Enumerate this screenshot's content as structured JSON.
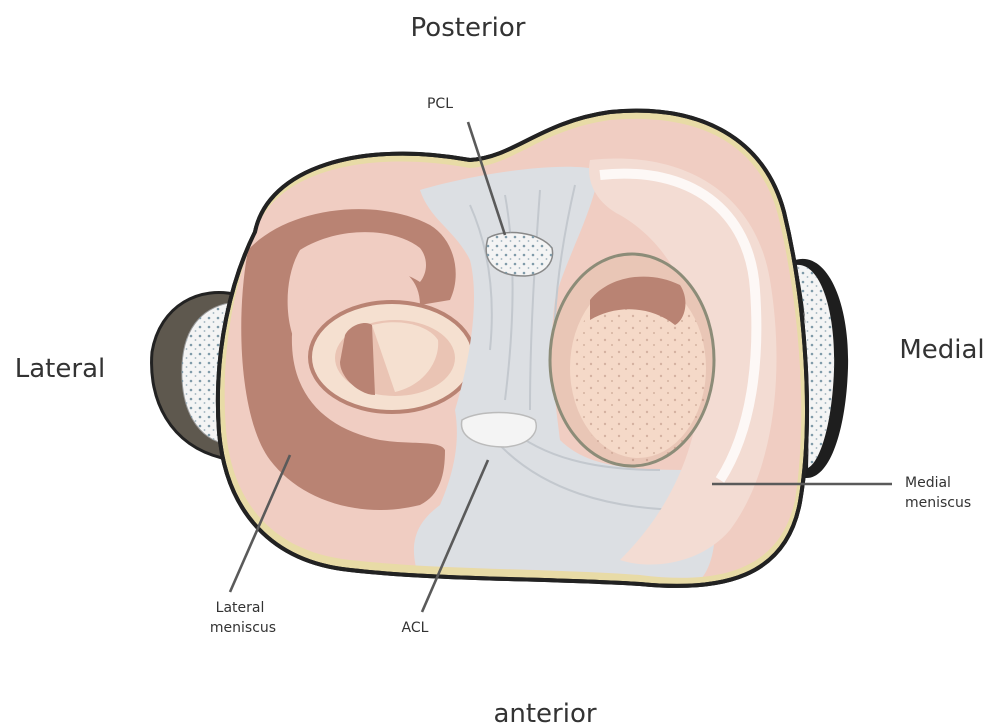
{
  "directions": {
    "top": "Posterior",
    "bottom": "anterior",
    "left": "Lateral",
    "right": "Medial"
  },
  "structures": {
    "pcl": "PCL",
    "acl": "ACL",
    "lateral_meniscus": [
      "Lateral",
      "meniscus"
    ],
    "medial_meniscus": [
      "Medial",
      "meniscus"
    ]
  },
  "colors": {
    "outline": "#222222",
    "skin_rim": "#e8dba6",
    "plateau": "#f0cdc2",
    "lateral_meniscus": "#b98373",
    "ligament": "#dcdfe3",
    "articular": "#f5d9c8",
    "bone_cut": "#f4f4f4"
  }
}
